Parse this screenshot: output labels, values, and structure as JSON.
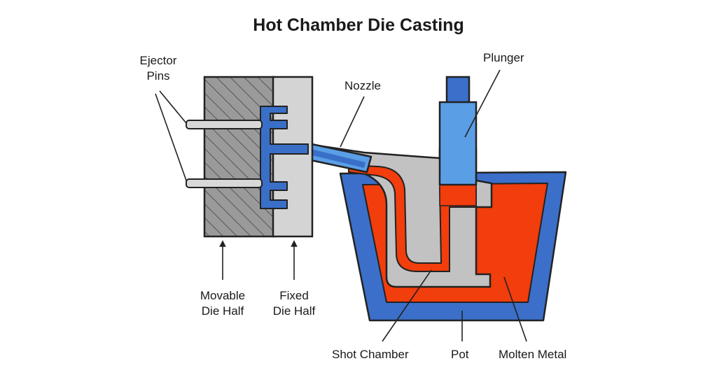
{
  "title": "Hot Chamber Die Casting",
  "labels": {
    "ejector_pins": [
      "Ejector",
      "Pins"
    ],
    "nozzle": "Nozzle",
    "plunger": "Plunger",
    "movable_die_half": [
      "Movable",
      "Die Half"
    ],
    "fixed_die_half": [
      "Fixed",
      "Die Half"
    ],
    "shot_chamber": "Shot Chamber",
    "pot": "Pot",
    "molten_metal": "Molten Metal"
  },
  "colors": {
    "molten_metal": "#f23d0c",
    "pot": "#3b6fc9",
    "plunger": "#5a9ee6",
    "die_fixed": "#d4d4d4",
    "die_movable": "#9a9a9a",
    "cavity": "#3a6fc8",
    "gooseneck": "#c2c2c2",
    "outline": "#222222"
  }
}
